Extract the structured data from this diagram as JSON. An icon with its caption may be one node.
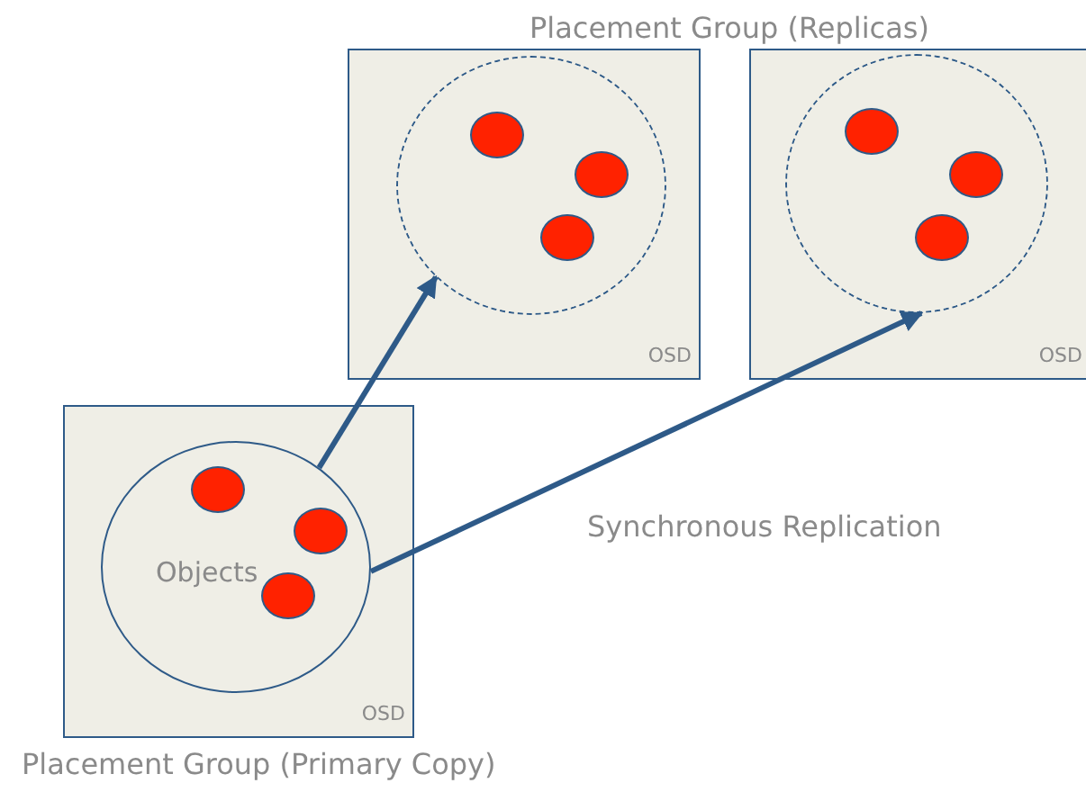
{
  "diagram": {
    "nodes": [
      {
        "text": [
          "OSD"
        ]
      },
      {
        "text": [],
        "shape": "circle",
        "in": 0
      },
      {
        "text": [],
        "shape": "circle",
        "in": 1
      },
      {
        "text": [],
        "shape": "circle",
        "in": 1
      },
      {
        "text": [],
        "shape": "circle",
        "in": 1
      },
      {
        "text": [
          "OSD"
        ]
      },
      {
        "text": [],
        "shape": "circle",
        "in": 5
      },
      {
        "text": [],
        "shape": "circle",
        "in": 6
      },
      {
        "text": [],
        "shape": "circle",
        "in": 6
      },
      {
        "text": [],
        "shape": "circle",
        "in": 6
      },
      {
        "text": [
          "OSD"
        ]
      },
      {
        "text": [
          "Objects"
        ],
        "in": 10
      },
      {
        "text": [],
        "shape": "circle",
        "in": 11
      },
      {
        "text": [],
        "shape": "circle",
        "in": 11
      },
      {
        "text": [],
        "shape": "circle",
        "in": 11
      }
    ],
    "edges": [
      {
        "from": 11,
        "to": 1,
        "arrow": "to"
      },
      {
        "from": 11,
        "to": 6,
        "arrow": "to"
      }
    ],
    "labels": [
      "Placement Group (Replicas)",
      "Synchronous Replication",
      "Placement Group (Primary Copy)"
    ]
  }
}
